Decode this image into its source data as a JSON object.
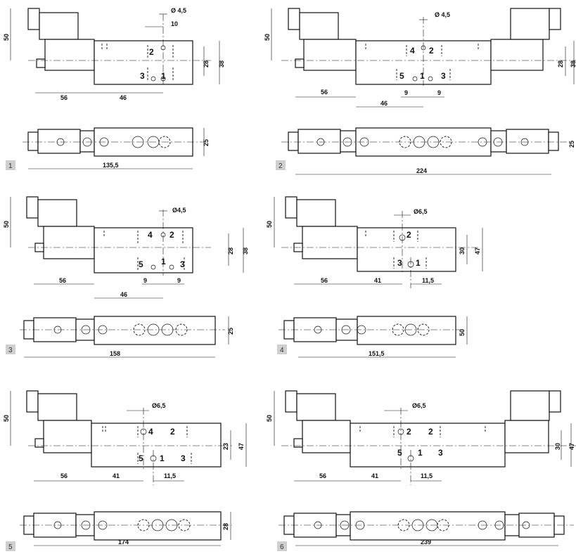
{
  "figures": [
    {
      "number": "1",
      "dim_height": "50",
      "dim_hole": "Ø 4,5",
      "dim_pitch": "10",
      "dim_h1": "28",
      "dim_h2": "38",
      "dim_coil": "56",
      "dim_offset": "46",
      "dim_top_height": "25",
      "dim_length": "135,5",
      "ports": [
        "2",
        "3",
        "1"
      ]
    },
    {
      "number": "2",
      "dim_height": "50",
      "dim_hole": "Ø 4,5",
      "dim_h1": "28",
      "dim_h2": "38",
      "dim_coil": "56",
      "dim_offset": "46",
      "dim_pitch_a": "9",
      "dim_pitch_b": "9",
      "dim_top_height": "25",
      "dim_length": "224",
      "ports": [
        "4",
        "2",
        "5",
        "1",
        "3"
      ]
    },
    {
      "number": "3",
      "dim_height": "50",
      "dim_hole": "Ø4,5",
      "dim_h1": "28",
      "dim_h2": "38",
      "dim_coil": "56",
      "dim_offset": "46",
      "dim_pitch_a": "9",
      "dim_pitch_b": "9",
      "dim_top_height": "25",
      "dim_length": "158",
      "ports": [
        "4",
        "2",
        "5",
        "1",
        "3"
      ]
    },
    {
      "number": "4",
      "dim_height": "50",
      "dim_hole": "Ø6,5",
      "dim_h1": "30",
      "dim_h2": "47",
      "dim_coil": "56",
      "dim_offset": "41",
      "dim_pitch": "11,5",
      "dim_top_height": "50",
      "dim_length": "151,5",
      "ports": [
        "2",
        "3",
        "1"
      ]
    },
    {
      "number": "5",
      "dim_height": "50",
      "dim_hole": "Ø6,5",
      "dim_h1": "23",
      "dim_h2": "47",
      "dim_coil": "56",
      "dim_offset": "41",
      "dim_pitch": "11,5",
      "dim_top_height": "28",
      "dim_length": "174",
      "ports": [
        "4",
        "2",
        "5",
        "1",
        "3"
      ]
    },
    {
      "number": "6",
      "dim_height": "50",
      "dim_hole": "Ø6,5",
      "dim_h1": "30",
      "dim_h2": "47",
      "dim_coil": "56",
      "dim_offset": "41",
      "dim_pitch": "11,5",
      "dim_top_height": "",
      "dim_length": "239",
      "ports": [
        "2",
        "2",
        "5",
        "1",
        "3"
      ]
    }
  ]
}
